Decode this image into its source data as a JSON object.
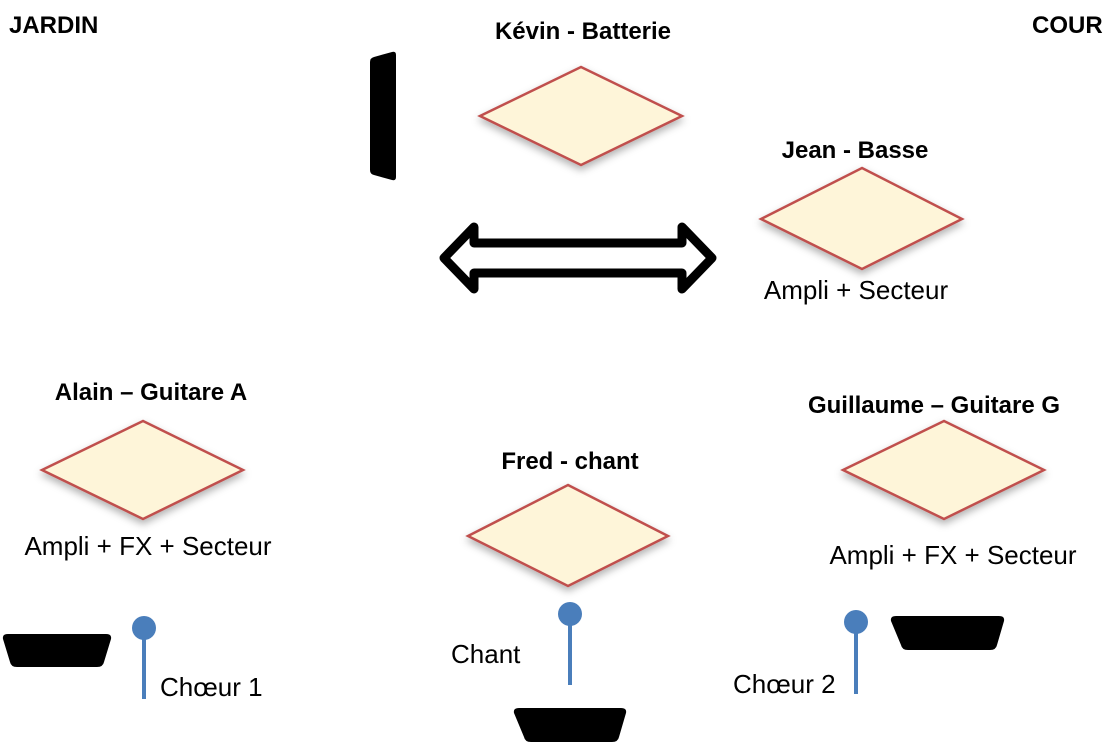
{
  "stage_sides": {
    "left": "JARDIN",
    "right": "COUR"
  },
  "musicians": [
    {
      "name": "Kévin - Batterie",
      "equipment": ""
    },
    {
      "name": "Jean - Basse",
      "equipment": "Ampli + Secteur"
    },
    {
      "name": "Alain – Guitare A",
      "equipment": "Ampli + FX + Secteur"
    },
    {
      "name": "Fred - chant",
      "equipment": ""
    },
    {
      "name": "Guillaume – Guitare G",
      "equipment": "Ampli + FX + Secteur"
    }
  ],
  "microphones": [
    {
      "label": "Chœur 1"
    },
    {
      "label": "Chant"
    },
    {
      "label": "Chœur 2"
    }
  ],
  "colors": {
    "diamond_fill": "#fef5d9",
    "diamond_stroke": "#c0504d",
    "mic_color": "#4a7ebb",
    "wedge_color": "#000000"
  }
}
